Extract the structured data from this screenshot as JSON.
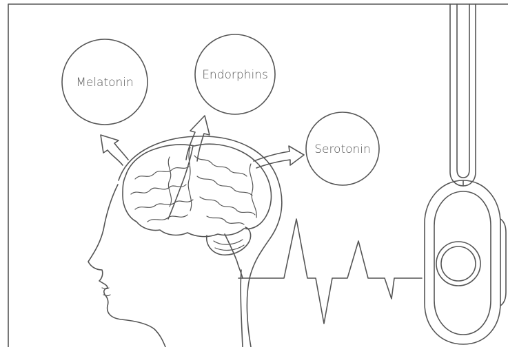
{
  "diagram": {
    "labels": {
      "melatonin": "Melatonin",
      "endorphins": "Endorphins",
      "serotonin": "Serotonin"
    },
    "colors": {
      "line": "#555555",
      "background": "#ffffff"
    },
    "icons": [
      "head-profile-icon",
      "brain-icon",
      "tuning-fork-icon",
      "heartbeat-wave-icon",
      "arrow-icon"
    ]
  }
}
